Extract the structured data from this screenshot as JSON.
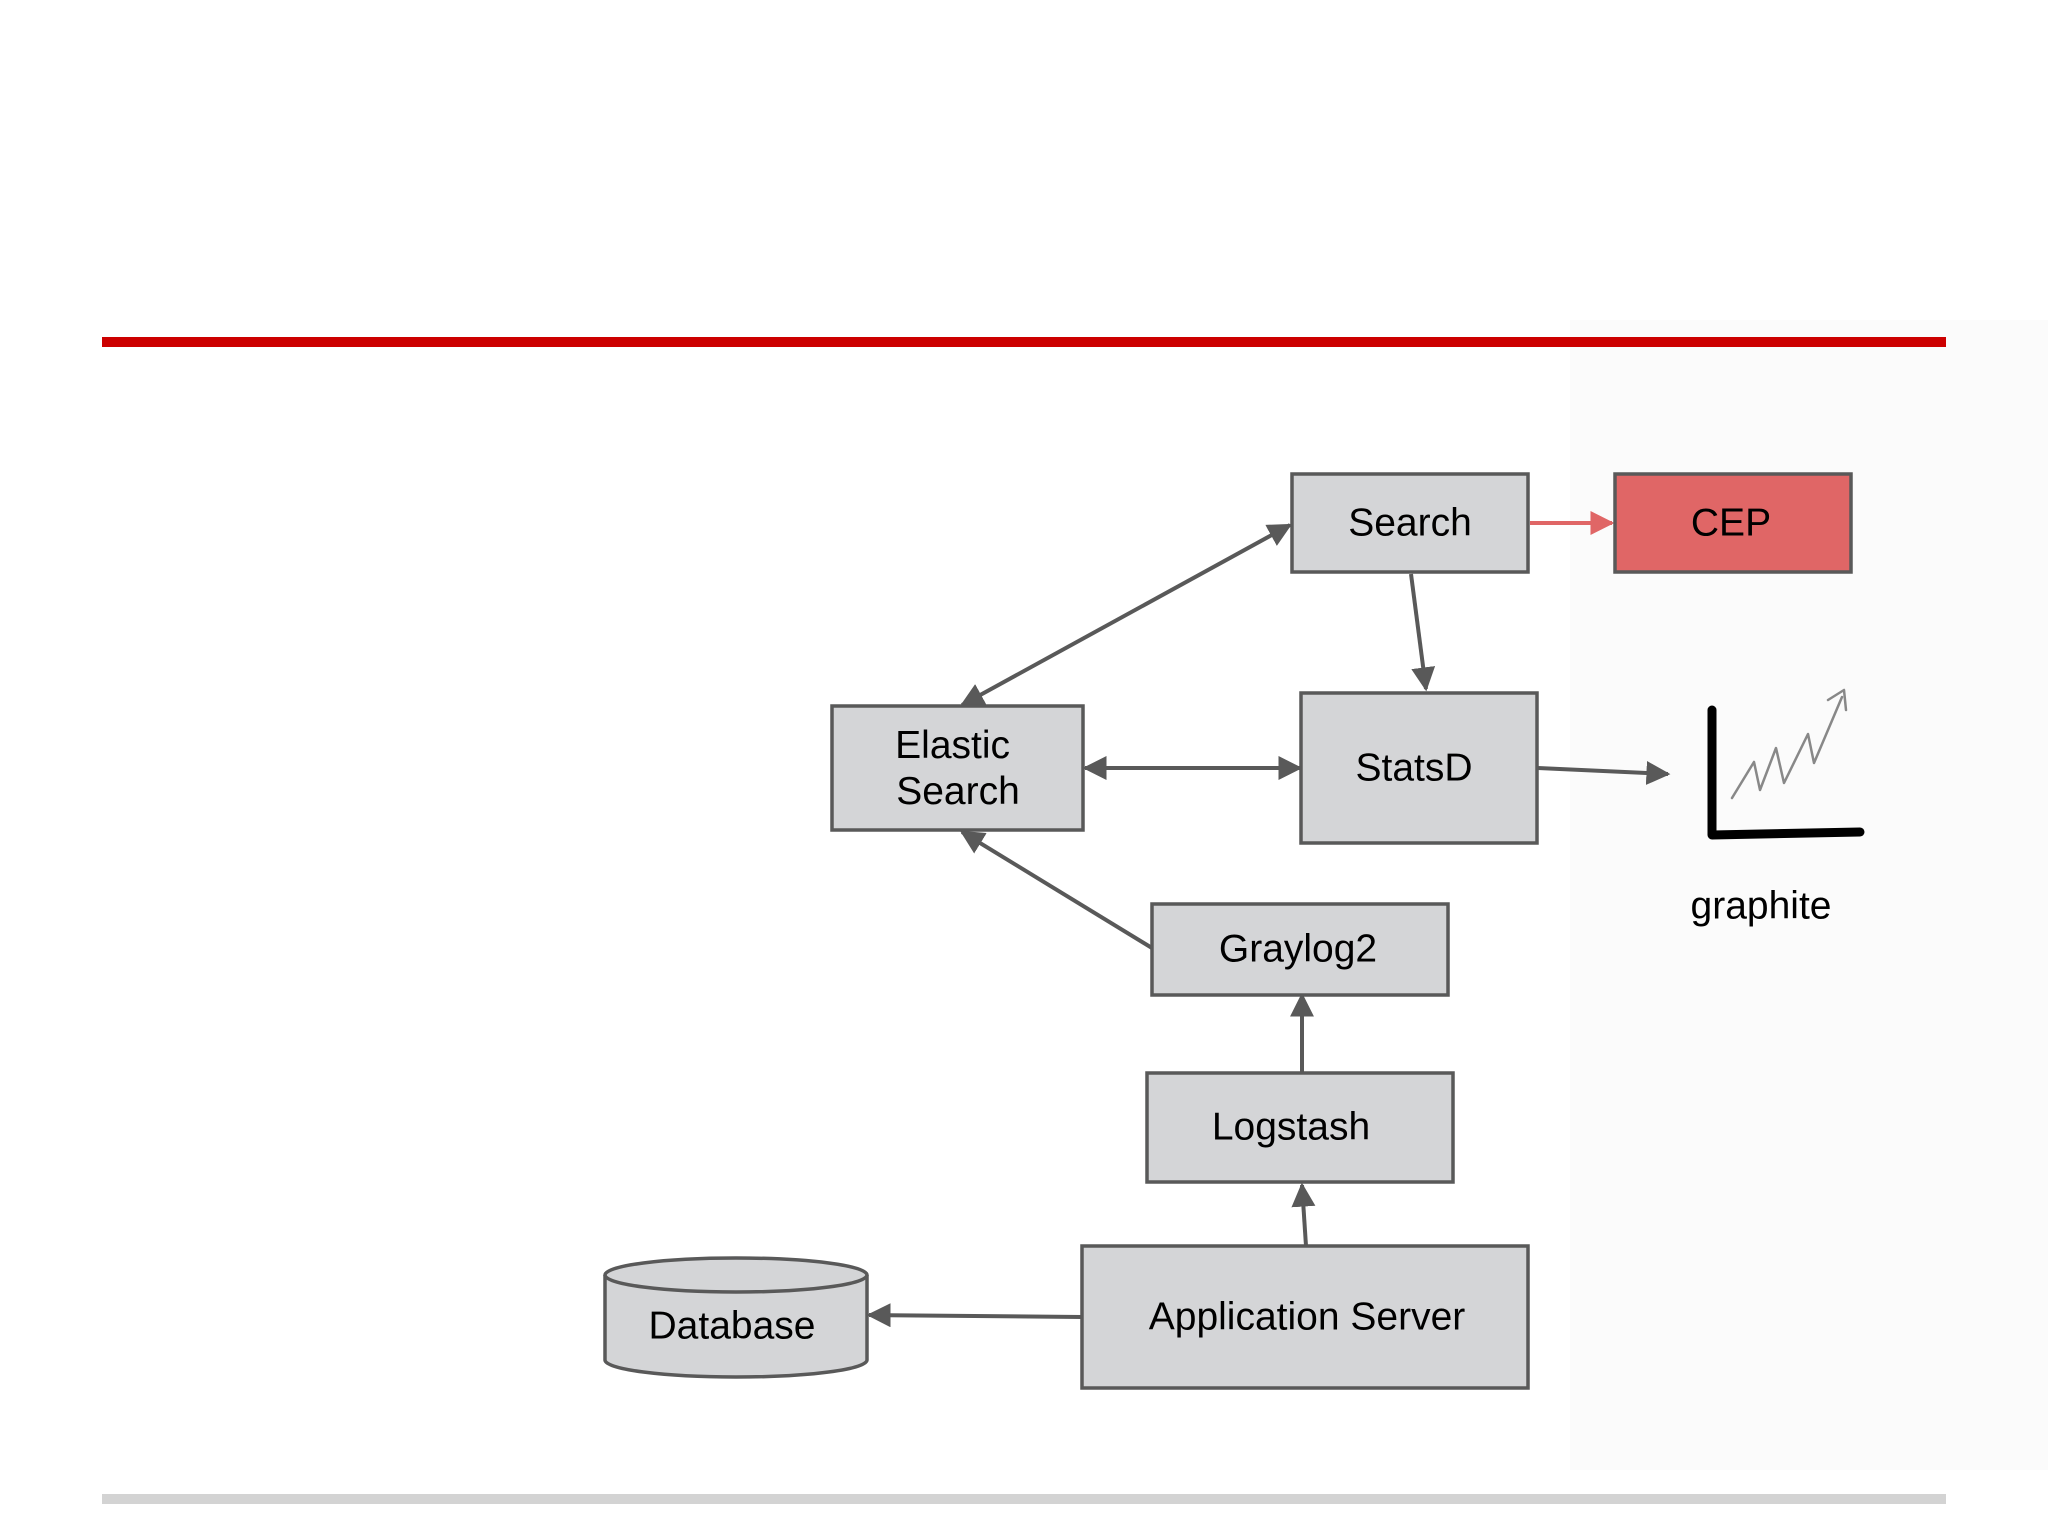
{
  "colors": {
    "title_rule": "#cc0000",
    "footer_rule": "#d3d3d3",
    "node_fill": "#d4d5d7",
    "node_stroke": "#595959",
    "accent_fill": "#e06666"
  },
  "nodes": {
    "search": "Search",
    "cep": "CEP",
    "elastic_search_line1": "Elastic",
    "elastic_search_line2": "Search",
    "statsd": "StatsD",
    "graylog2": "Graylog2",
    "logstash": "Logstash",
    "application_server": "Application Server",
    "database": "Database"
  },
  "graphite": {
    "label": "graphite",
    "icon": "line-chart-trend-up-icon"
  },
  "edges": [
    {
      "from": "Search",
      "to": "CEP",
      "color": "#e06666"
    },
    {
      "from": "Search",
      "to": "Elastic Search",
      "bidirectional": true
    },
    {
      "from": "Search",
      "to": "StatsD"
    },
    {
      "from": "Elastic Search",
      "to": "StatsD",
      "bidirectional": true
    },
    {
      "from": "StatsD",
      "to": "graphite"
    },
    {
      "from": "Graylog2",
      "to": "Elastic Search"
    },
    {
      "from": "Logstash",
      "to": "Graylog2"
    },
    {
      "from": "Application Server",
      "to": "Logstash"
    },
    {
      "from": "Application Server",
      "to": "Database"
    }
  ]
}
